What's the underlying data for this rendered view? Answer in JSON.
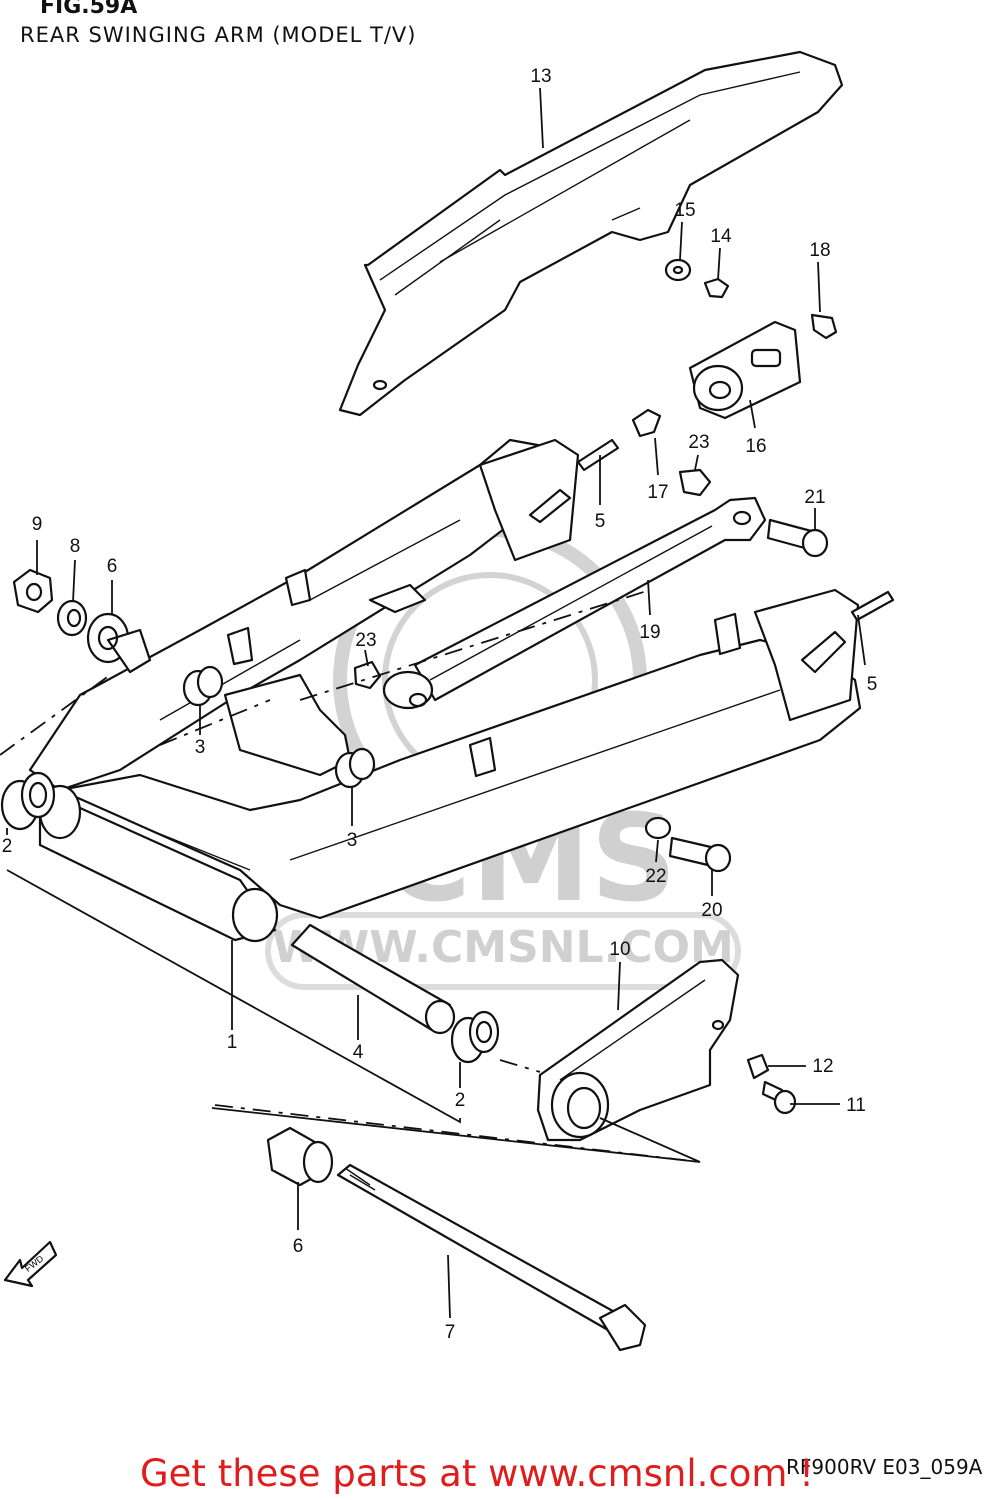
{
  "figure": {
    "title": "FIG.59A",
    "subtitle": "REAR SWINGING ARM (MODEL T/V)"
  },
  "watermark": {
    "brand": "CMS",
    "url": "WWW.CMSNL.COM"
  },
  "arrow_label": "FWD",
  "part_labels": {
    "p1": "1",
    "p2a": "2",
    "p2b": "2",
    "p3a": "3",
    "p3b": "3",
    "p4": "4",
    "p5a": "5",
    "p5b": "5",
    "p6a": "6",
    "p6b": "6",
    "p7": "7",
    "p8": "8",
    "p9": "9",
    "p10": "10",
    "p11": "11",
    "p12": "12",
    "p13": "13",
    "p14": "14",
    "p15": "15",
    "p16": "16",
    "p17": "17",
    "p18": "18",
    "p19": "19",
    "p20": "20",
    "p21": "21",
    "p22": "22",
    "p23a": "23",
    "p23b": "23"
  },
  "diagram_code": "RF900RV E03_059A",
  "call_to_action": "Get these parts at www.cmsnl.com !",
  "colors": {
    "cta": "#e01c1c",
    "line": "#111111",
    "watermark": "#d0d0d0"
  }
}
